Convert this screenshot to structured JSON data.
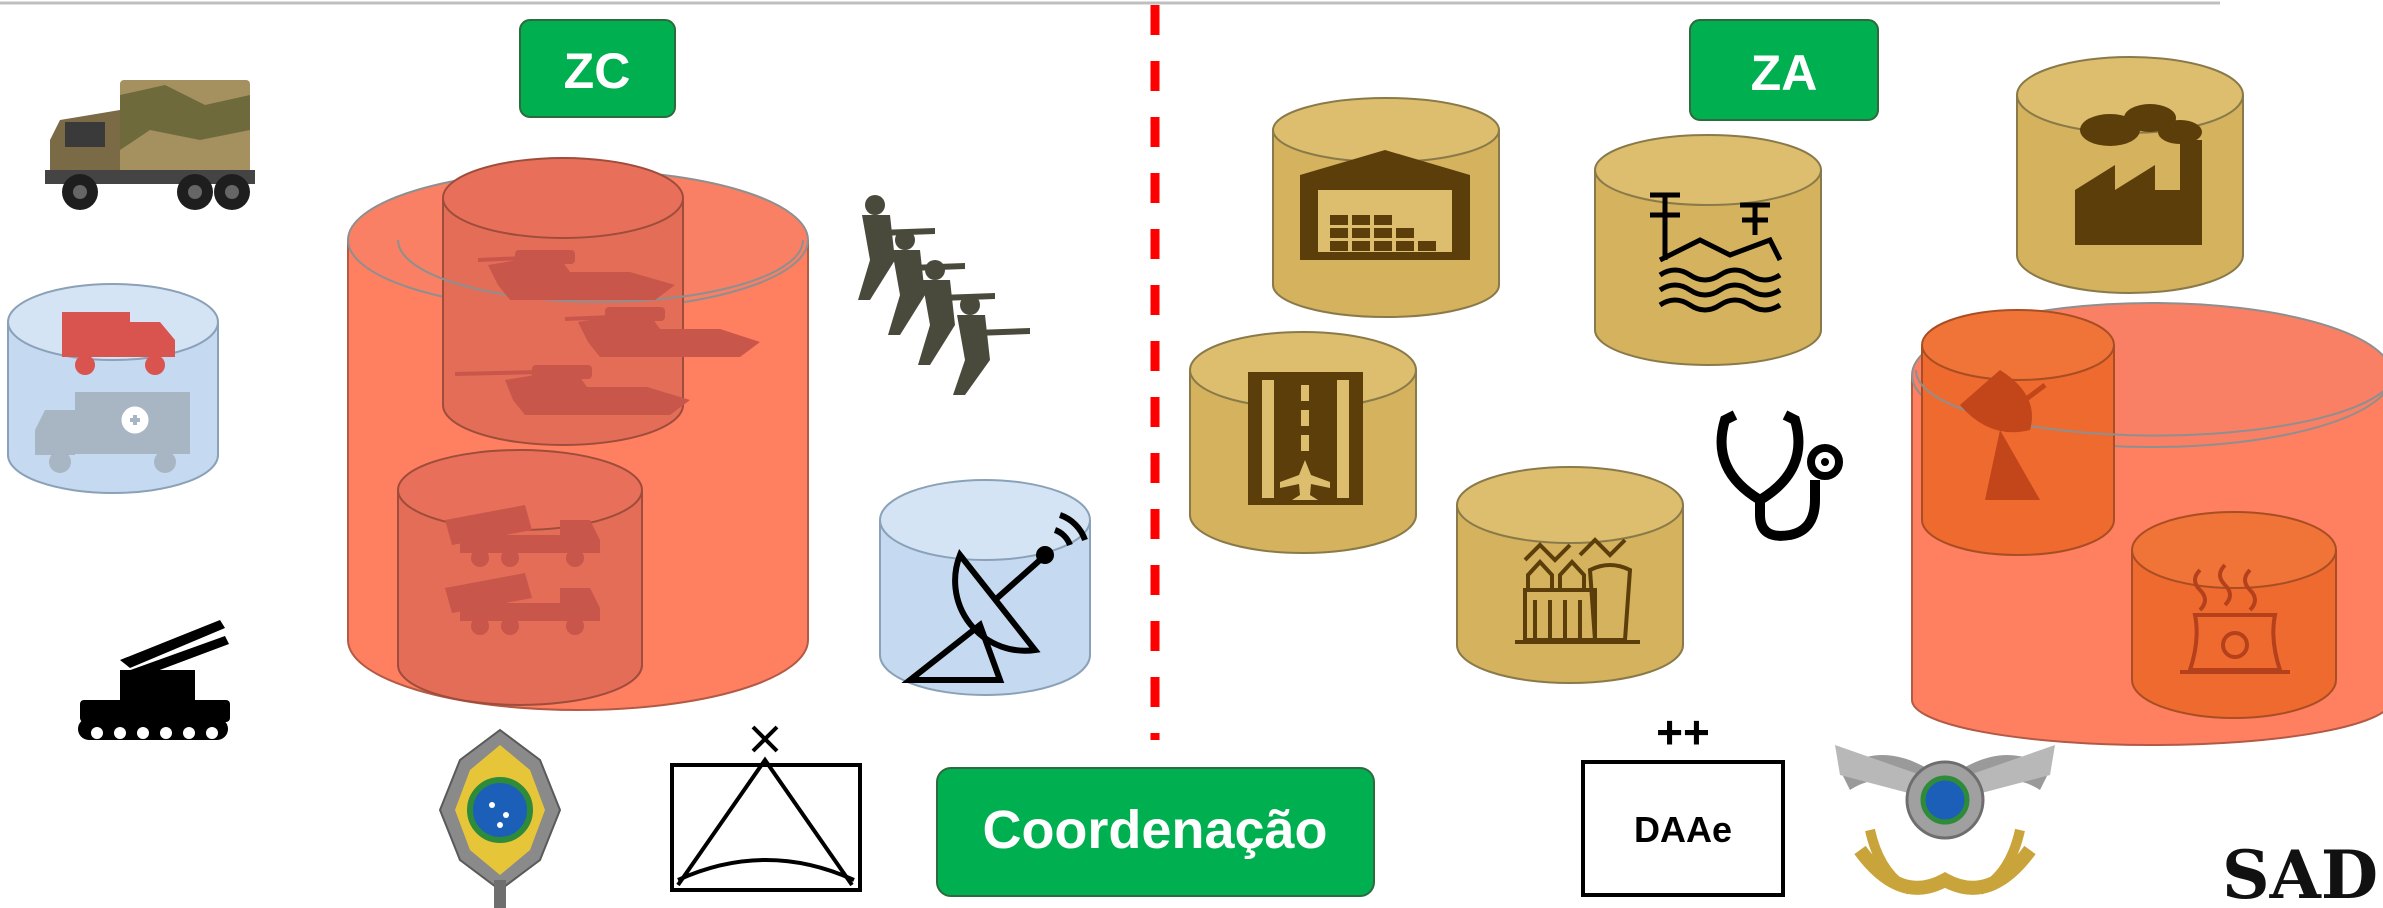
{
  "labels": {
    "zc": "ZC",
    "za": "ZA",
    "coordination": "Coordenação",
    "daae": "DAAe",
    "daae_mark": "++",
    "sad": "SAD"
  },
  "colors": {
    "green_label": "#00b050",
    "red_zone": "#ff7f61",
    "inner_red": "#e36d57",
    "blue_asset": "#c5daf0",
    "gold_asset": "#d4b25e",
    "orange_asset": "#ee6a2f",
    "icon_dark": "#5b3e0a",
    "divider_red": "#ff0000"
  },
  "icons": [
    "military-truck-icon",
    "supply-trucks-icon",
    "anti-aircraft-vehicle-icon",
    "tanks-icon",
    "rocket-launchers-icon",
    "soldiers-icon",
    "radar-dish-icon",
    "hangar-icon",
    "runway-icon",
    "power-station-icon",
    "factory-icon",
    "stethoscope-icon",
    "industrial-plant-icon",
    "nuclear-plant-icon",
    "army-emblem-icon",
    "air-force-emblem-icon"
  ]
}
